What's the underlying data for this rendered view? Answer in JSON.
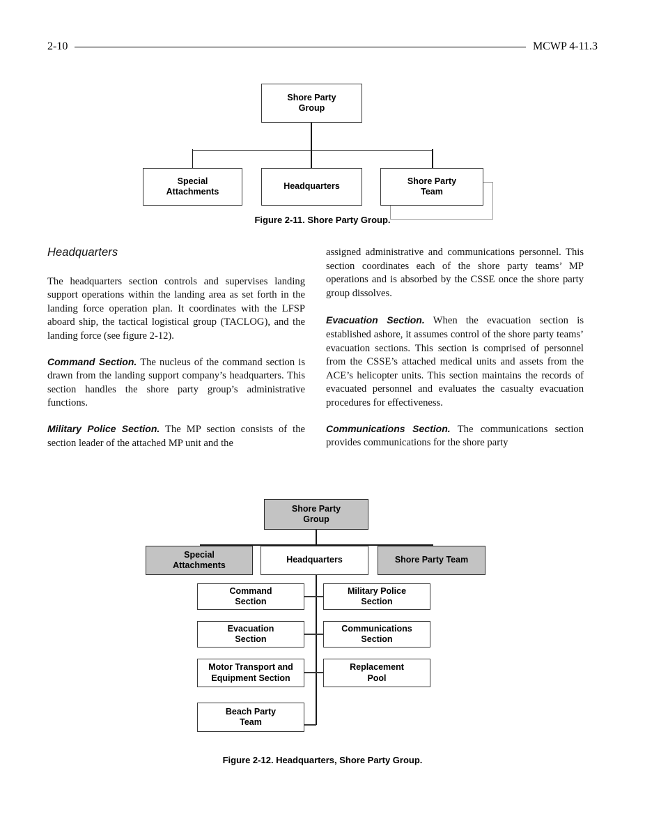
{
  "running_head": {
    "folio": "2-10",
    "publication": "MCWP 4-11.3"
  },
  "figure_2_11": {
    "caption": "Figure 2-11. Shore Party Group.",
    "root": "Shore Party\nGroup",
    "children": [
      "Special\nAttachments",
      "Headquarters",
      "Shore Party\nTeam"
    ]
  },
  "figure_2_12": {
    "caption": "Figure 2-12. Headquarters, Shore Party Group.",
    "root": "Shore Party\nGroup",
    "children": [
      "Special\nAttachments",
      "Headquarters",
      "Shore Party Team"
    ],
    "subsections_left": [
      "Command\nSection",
      "Evacuation\nSection",
      "Motor Transport and\nEquipment Section",
      "Beach Party\nTeam"
    ],
    "subsections_right": [
      "Military Police\nSection",
      "Communications\nSection",
      "Replacement\nPool"
    ],
    "fill_gray": "#c3c3c3",
    "fill_white": "#ffffff"
  },
  "body": {
    "left_column": {
      "heading": "Headquarters",
      "para_1": "The headquarters section controls and supervises landing support operations within the landing area as set forth in the landing force operation plan. It coordinates with the LFSP aboard ship, the tactical logistical group (TACLOG), and the landing force (see figure 2-12).",
      "para_2_head": "Command Section.",
      "para_2_text": " The nucleus of the command section is drawn from the landing support company’s headquarters. This section handles the shore party group’s administrative functions.",
      "para_3_head": "Military Police Section.",
      "para_3_text": " The MP section consists of the section leader of the attached MP unit and the"
    },
    "right_column": {
      "para_1": "assigned administrative and communications personnel. This section coordinates each of the shore party teams’ MP operations and is absorbed by the CSSE once the shore party group dissolves.",
      "para_2_head": "Evacuation Section.",
      "para_2_text": " When the evacuation section is established ashore, it assumes control of the shore party teams’ evacuation sections. This section is comprised of personnel from the CSSE’s attached medical units and assets from the ACE’s helicopter units. This section maintains the records of evacuated personnel and evaluates the casualty evacuation procedures for effectiveness.",
      "para_3_head": "Communications Section.",
      "para_3_text": " The communications section provides communications for the shore party"
    }
  }
}
